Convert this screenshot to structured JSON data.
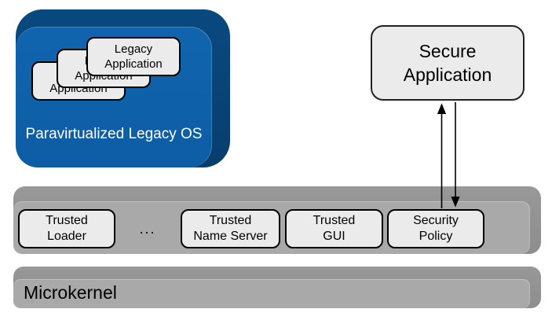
{
  "colors": {
    "blue_face": "#0d5da5",
    "blue_bevel": "#09497f",
    "bar_face": "#a9a9a9",
    "bar_bevel": "#8d8d8d",
    "box_fill": "#ebebeb",
    "box_border": "#000000",
    "arrow": "#000000"
  },
  "legacy_os": {
    "label": "Paravirtualized Legacy OS",
    "apps": [
      {
        "label": "Legacy\nApplication"
      },
      {
        "label": "Legacy\nApplication"
      },
      {
        "label": "Legacy\nApplication"
      }
    ]
  },
  "secure_application": {
    "label": "Secure\nApplication"
  },
  "services": {
    "ellipsis": "...",
    "items": [
      {
        "label": "Trusted\nLoader"
      },
      {
        "label": "Trusted\nName Server"
      },
      {
        "label": "Trusted\nGUI"
      },
      {
        "label": "Security\nPolicy"
      }
    ]
  },
  "microkernel": {
    "label": "Microkernel"
  }
}
